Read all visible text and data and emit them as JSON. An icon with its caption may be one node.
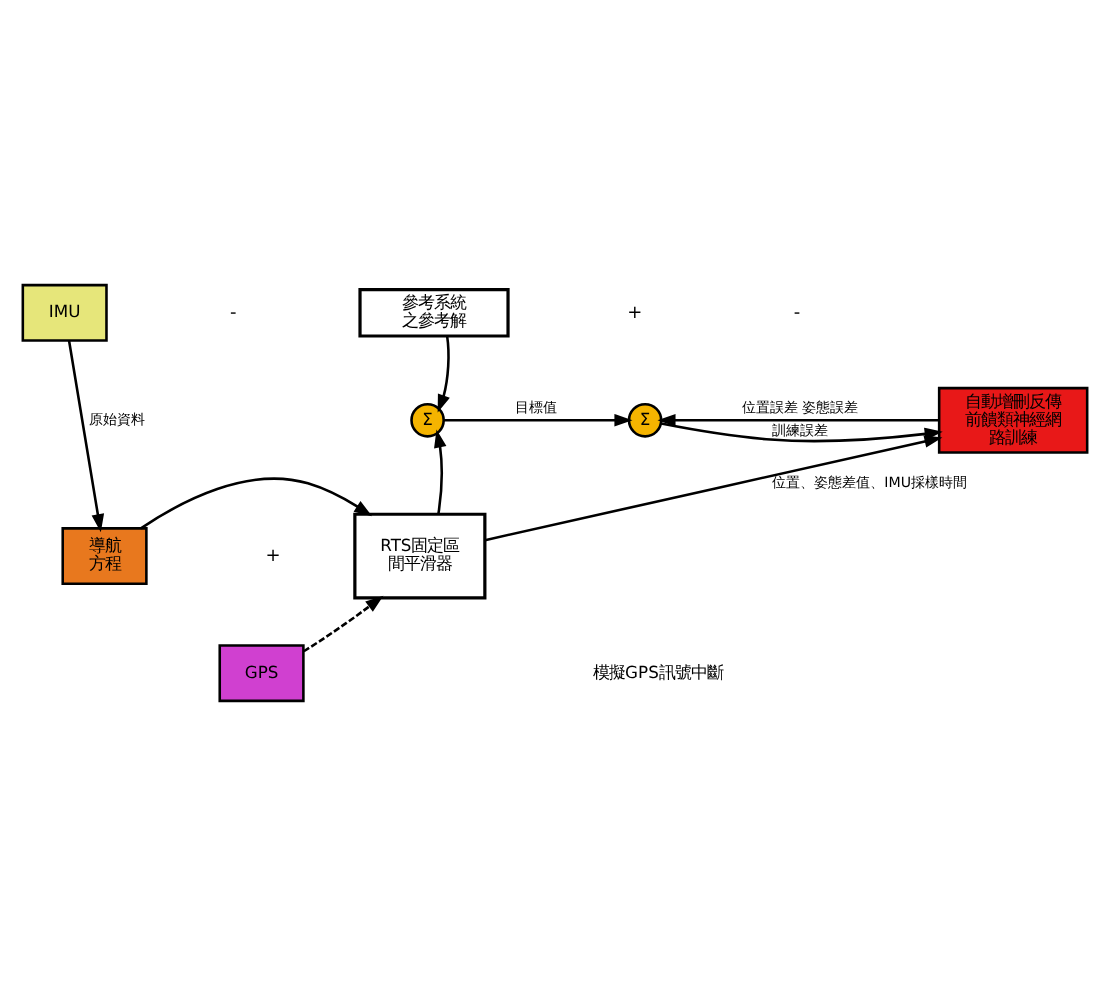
{
  "diagram": {
    "nodes": [
      {
        "text": [
          "參考系統之參考解"
        ]
      },
      {
        "text": [
          "IMU"
        ]
      },
      {
        "text": [
          "Σ"
        ]
      },
      {
        "text": [
          "Σ"
        ]
      },
      {
        "text": [
          "自動增刪反傳前饋類神經網路訓練"
        ]
      },
      {
        "text": [
          "導航方程"
        ]
      },
      {
        "text": [
          "RTS固定區間平滑器"
        ]
      },
      {
        "text": [
          "GPS"
        ]
      }
    ],
    "edges": [
      {
        "from": 0,
        "to": 2,
        "arrow": "to"
      },
      {
        "from": 6,
        "to": 2,
        "arrow": "to"
      },
      {
        "from": 2,
        "to": 3,
        "arrow": "to",
        "label": "目標值"
      },
      {
        "from": 4,
        "to": 3,
        "arrow": "to",
        "label": "位置誤差 姿態誤差"
      },
      {
        "from": 3,
        "to": 4,
        "arrow": "to",
        "label": "訓練誤差"
      },
      {
        "from": 1,
        "to": 5,
        "arrow": "to",
        "label": "原始資料"
      },
      {
        "from": 5,
        "to": 6,
        "arrow": "to"
      },
      {
        "from": 6,
        "to": 4,
        "arrow": "to",
        "label": "位置、姿態差值、IMU採樣時間"
      },
      {
        "from": 7,
        "to": 6,
        "arrow": "to",
        "style": "dashed"
      }
    ],
    "labels": [
      "-",
      "+",
      "+",
      "-"
    ],
    "legend": [
      {
        "text": "模擬GPS訊號中斷"
      }
    ]
  }
}
